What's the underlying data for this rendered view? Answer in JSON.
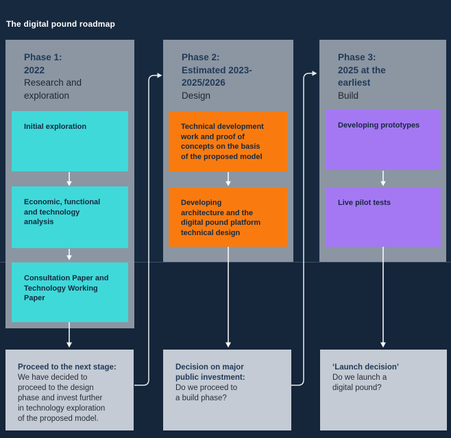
{
  "title": "The digital pound roadmap",
  "colors": {
    "background_top": "#17293f",
    "background_bottom": "#15253a",
    "column_gray": "#8b96a2",
    "phase1_accent": "#3fd9da",
    "phase2_accent": "#f97b10",
    "phase3_accent": "#a478f3",
    "decision_box": "#c4cbd4",
    "heading_navy": "#223a59",
    "arrow_white": "#ffffff"
  },
  "phases": [
    {
      "heading": "Phase 1:\n2022",
      "subtitle": "Research and\nexploration",
      "boxes": [
        {
          "text": "Initial exploration"
        },
        {
          "text": "Economic, functional\nand technology\nanalysis"
        },
        {
          "text": "Consultation Paper and\nTechnology Working\nPaper"
        }
      ]
    },
    {
      "heading": "Phase 2:\nEstimated 2023-\n2025/2026",
      "subtitle": "Design",
      "boxes": [
        {
          "text": "Technical development\nwork and proof of\nconcepts on the basis\nof the proposed model"
        },
        {
          "text": "Developing\narchitecture and the\ndigital pound platform\ntechnical design"
        }
      ]
    },
    {
      "heading": "Phase 3:\n2025 at the\nearliest",
      "subtitle": "Build",
      "boxes": [
        {
          "text": "Developing prototypes"
        },
        {
          "text": "Live pilot tests"
        }
      ]
    }
  ],
  "decisions": [
    {
      "lead": "Proceed to the next stage:",
      "body": "We have decided to\nproceed to the design\nphase and invest further\nin technology exploration\nof the proposed model."
    },
    {
      "lead": "Decision on major\npublic investment:",
      "body": "Do we proceed to\na build phase?"
    },
    {
      "lead": "‘Launch decision’",
      "body": "Do we launch a\ndigital pound?"
    }
  ]
}
